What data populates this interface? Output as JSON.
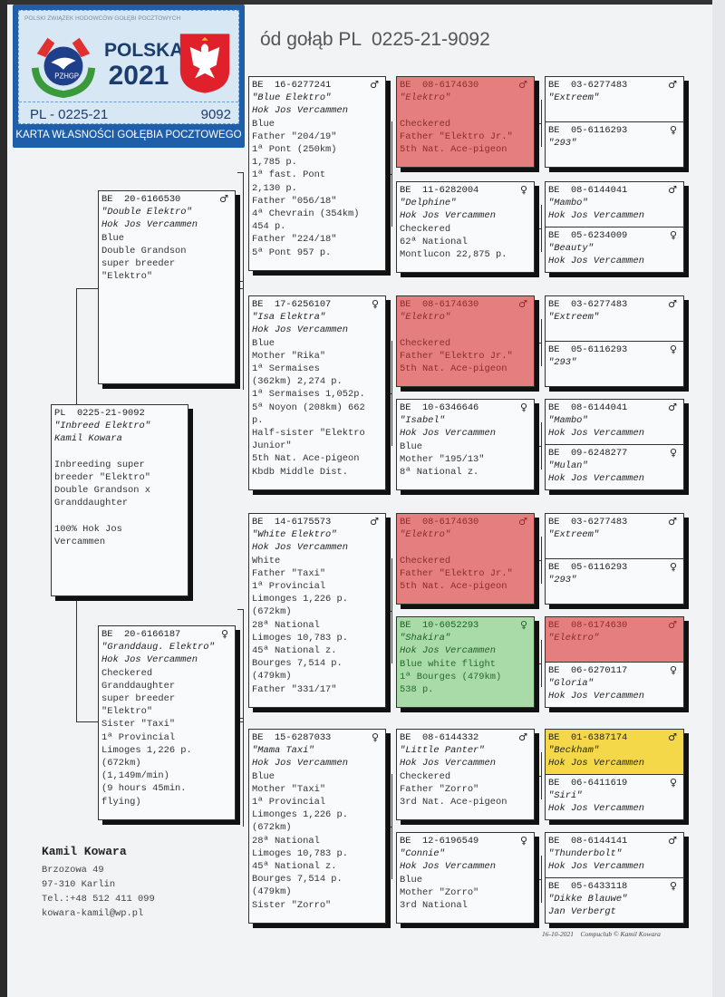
{
  "title": "ód gołąb PL  0225-21-9092",
  "card": {
    "org": "POLSKI ZWIĄZEK HODOWCÓW GOŁĘBI POCZTOWYCH",
    "logo_text": "PZHGP",
    "country": "POLSKA",
    "year": "2021",
    "ring_prefix": "PL - 0225-21",
    "ring_number": "9092",
    "footer": "KARTA WŁASNOŚCI GOŁĘBIA POCZTOWEGO",
    "color": "#1f5ea9"
  },
  "pedigree": {
    "subject": {
      "ring": "PL  0225-21-9092",
      "sex": "",
      "name": "\"Inbreed Elektro\"",
      "loft": "Kamil Kowara",
      "lines": [
        "",
        "Inbreeding super",
        "breeder \"Elektro\"",
        "Double Grandson x",
        "Granddaughter",
        "",
        "100% Hok Jos",
        "Vercammen"
      ]
    },
    "sire": {
      "ring": "BE  20-6166530",
      "sex": "♂",
      "name": "\"Double Elektro\"",
      "loft": "Hok Jos Vercammen",
      "lines": [
        "Blue",
        "Double Grandson",
        "super breeder",
        "\"Elektro\""
      ]
    },
    "dam": {
      "ring": "BE  20-6166187",
      "sex": "♀",
      "name": "\"Granddaug. Elektro\"",
      "loft": "Hok Jos Vercammen",
      "lines": [
        "Checkered",
        "Granddaughter",
        "super breeder",
        "\"Elektro\"",
        "Sister \"Taxi\"",
        "1ª Provincial",
        "Limoges 1,226 p.",
        "(672km)",
        "(1,149m/min)",
        "(9 hours 45min.",
        "flying)"
      ]
    },
    "gen3": [
      {
        "ring": "BE  16-6277241",
        "sex": "♂",
        "name": "\"Blue Elektro\"",
        "loft": "Hok Jos Vercammen",
        "lines": [
          "Blue",
          "Father \"204/19\"",
          "1ª Pont (250km)",
          "1,785 p.",
          "1ª fast. Pont",
          "2,130 p.",
          "Father \"056/18\"",
          "4ª Chevrain (354km)",
          "454 p.",
          "Father \"224/18\"",
          "5ª Pont 957 p."
        ]
      },
      {
        "ring": "BE  17-6256107",
        "sex": "♀",
        "name": "\"Isa Elektra\"",
        "loft": "Hok Jos Vercammen",
        "lines": [
          "Blue",
          "Mother \"Rika\"",
          "1ª Sermaises",
          "(362km) 2,274 p.",
          "1ª Sermaises 1,052p.",
          "5ª Noyon (208km) 662",
          "p.",
          "Half-sister \"Elektro",
          "Junior\"",
          "5th Nat. Ace-pigeon",
          "Kbdb Middle Dist."
        ]
      },
      {
        "ring": "BE  14-6175573",
        "sex": "♂",
        "name": "\"White Elektro\"",
        "loft": "Hok Jos Vercammen",
        "lines": [
          "White",
          "Father \"Taxi\"",
          "1ª Provincial",
          "Limonges 1,226 p.",
          "(672km)",
          "28ª National",
          "Limoges 10,783 p.",
          "45ª National z.",
          "Bourges 7,514 p.",
          "(479km)",
          "Father \"331/17\""
        ]
      },
      {
        "ring": "BE  15-6287033",
        "sex": "♀",
        "name": "\"Mama Taxi\"",
        "loft": "Hok Jos Vercammen",
        "lines": [
          "Blue",
          "Mother \"Taxi\"",
          "1ª Provincial",
          "Limonges 1,226 p.",
          "(672km)",
          "28ª National",
          "Limoges 10,783 p.",
          "45ª National z.",
          "Bourges 7,514 p.",
          "(479km)",
          "Sister \"Zorro\""
        ]
      }
    ],
    "gen4": [
      {
        "ring": "BE  08-6174630",
        "sex": "♂",
        "name": "\"Elektro\"",
        "loft": "",
        "lines": [
          "Checkered",
          "Father \"Elektro Jr.\"",
          "5th Nat. Ace-pigeon"
        ],
        "color": "red"
      },
      {
        "ring": "BE  11-6282004",
        "sex": "♀",
        "name": "\"Delphine\"",
        "loft": "Hok Jos Vercammen",
        "lines": [
          "Checkered",
          "62ª National",
          "Montlucon 22,875 p."
        ]
      },
      {
        "ring": "BE  08-6174630",
        "sex": "♂",
        "name": "\"Elektro\"",
        "loft": "",
        "lines": [
          "Checkered",
          "Father \"Elektro Jr.\"",
          "5th Nat. Ace-pigeon"
        ],
        "color": "red"
      },
      {
        "ring": "BE  10-6346646",
        "sex": "♀",
        "name": "\"Isabel\"",
        "loft": "Hok Jos Vercammen",
        "lines": [
          "Blue",
          "Mother \"195/13\"",
          "8ª National z."
        ]
      },
      {
        "ring": "BE  08-6174630",
        "sex": "♂",
        "name": "\"Elektro\"",
        "loft": "",
        "lines": [
          "Checkered",
          "Father \"Elektro Jr.\"",
          "5th Nat. Ace-pigeon"
        ],
        "color": "red"
      },
      {
        "ring": "BE  10-6052293",
        "sex": "♀",
        "name": "\"Shakira\"",
        "loft": "Hok Jos Vercammen",
        "lines": [
          "Blue white flight",
          "1ª Bourges (479km)",
          "538 p."
        ],
        "color": "green"
      },
      {
        "ring": "BE  08-6144332",
        "sex": "♂",
        "name": "\"Little Panter\"",
        "loft": "Hok Jos Vercammen",
        "lines": [
          "Checkered",
          "Father \"Zorro\"",
          "3rd Nat. Ace-pigeon"
        ]
      },
      {
        "ring": "BE  12-6196549",
        "sex": "♀",
        "name": "\"Connie\"",
        "loft": "Hok Jos Vercammen",
        "lines": [
          "Blue",
          "Mother \"Zorro\"",
          "3rd National"
        ]
      }
    ],
    "gen5": [
      {
        "ring": "BE  03-6277483",
        "sex": "♂",
        "name": "\"Extreem\"",
        "loft": ""
      },
      {
        "ring": "BE  05-6116293",
        "sex": "♀",
        "name": "\"293\"",
        "loft": ""
      },
      {
        "ring": "BE  08-6144041",
        "sex": "♂",
        "name": "\"Mambo\"",
        "loft": "Hok Jos Vercammen"
      },
      {
        "ring": "BE  05-6234009",
        "sex": "♀",
        "name": "\"Beauty\"",
        "loft": "Hok Jos Vercammen"
      },
      {
        "ring": "BE  03-6277483",
        "sex": "♂",
        "name": "\"Extreem\"",
        "loft": ""
      },
      {
        "ring": "BE  05-6116293",
        "sex": "♀",
        "name": "\"293\"",
        "loft": ""
      },
      {
        "ring": "BE  08-6144041",
        "sex": "♂",
        "name": "\"Mambo\"",
        "loft": "Hok Jos Vercammen"
      },
      {
        "ring": "BE  09-6248277",
        "sex": "♀",
        "name": "\"Mulan\"",
        "loft": "Hok Jos Vercammen"
      },
      {
        "ring": "BE  03-6277483",
        "sex": "♂",
        "name": "\"Extreem\"",
        "loft": ""
      },
      {
        "ring": "BE  05-6116293",
        "sex": "♀",
        "name": "\"293\"",
        "loft": ""
      },
      {
        "ring": "BE  08-6174630",
        "sex": "♂",
        "name": "\"Elektro\"",
        "loft": "",
        "color": "red"
      },
      {
        "ring": "BE  06-6270117",
        "sex": "♀",
        "name": "\"Gloria\"",
        "loft": "Hok Jos Vercammen"
      },
      {
        "ring": "BE  01-6387174",
        "sex": "♂",
        "name": "\"Beckham\"",
        "loft": "Hok Jos Vercammen",
        "color": "yellow"
      },
      {
        "ring": "BE  06-6411619",
        "sex": "♀",
        "name": "\"Siri\"",
        "loft": "Hok Jos Vercammen"
      },
      {
        "ring": "BE  08-6144141",
        "sex": "♂",
        "name": "\"Thunderbolt\"",
        "loft": "Hok Jos Vercammen"
      },
      {
        "ring": "BE  05-6433118",
        "sex": "♀",
        "name": "\"Dikke Blauwe\"",
        "loft": "Jan Verbergt"
      }
    ]
  },
  "breeder": {
    "name": "Kamil Kowara",
    "street": "Brzozowa 49",
    "city": "97-310  Karlin",
    "phone": "Tel.:+48 512 411 099",
    "email": "kowara-kamil@wp.pl"
  },
  "footer": "16-10-2021    Compuclub © Kamil Kowara",
  "colors": {
    "red": "#e57f7f",
    "green": "#a9dba9",
    "yellow": "#f4d84a"
  }
}
